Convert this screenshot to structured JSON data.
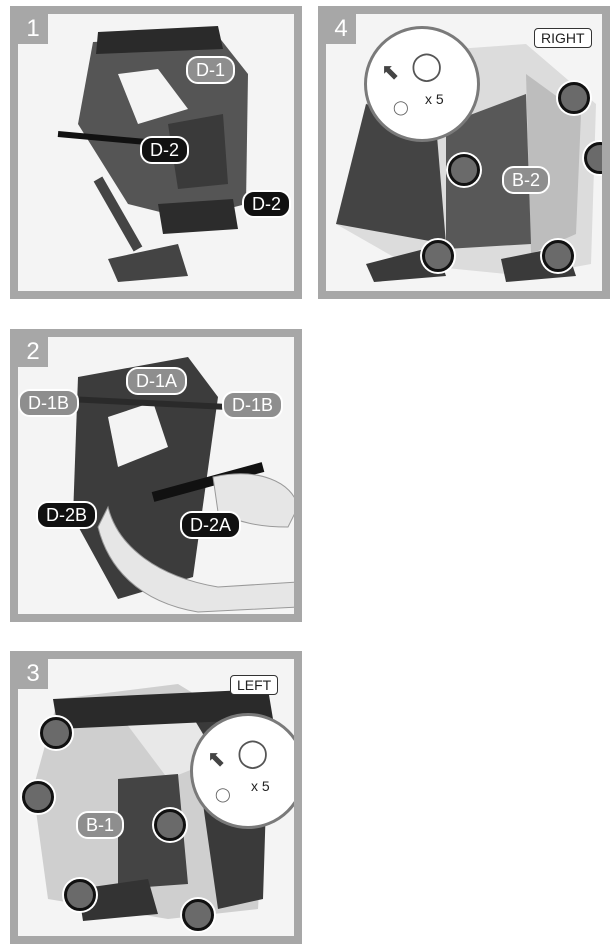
{
  "steps": [
    {
      "num": "1",
      "labels": [
        "D-1",
        "D-2",
        "D-2"
      ]
    },
    {
      "num": "4",
      "side": "RIGHT",
      "qty": "x 5",
      "labels": [
        "B-2"
      ]
    },
    {
      "num": "2",
      "labels": [
        "D-1A",
        "D-1B",
        "D-1B",
        "D-2B",
        "D-2A"
      ]
    },
    {
      "num": "3",
      "side": "LEFT",
      "qty": "x 5",
      "labels": [
        "B-1"
      ]
    }
  ]
}
